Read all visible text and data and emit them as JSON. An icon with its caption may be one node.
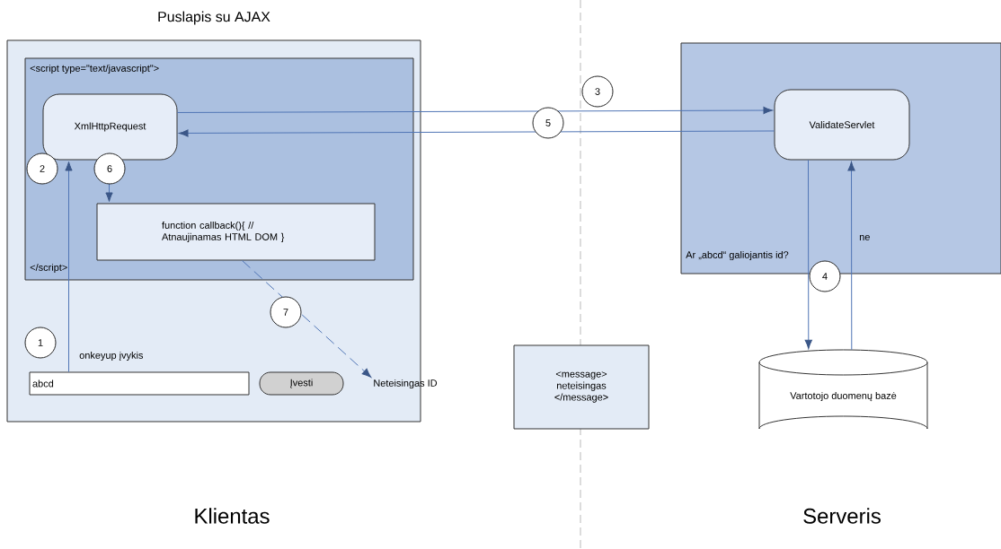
{
  "diagram": {
    "nodes": [
      {
        "text": [
          "Puslapis su AJAX"
        ]
      },
      {
        "text": [
          "<script type=\"text/javascript\">",
          "</script>"
        ],
        "in": 0
      },
      {
        "text": [
          "XmlHttpRequest"
        ],
        "in": 1
      },
      {
        "text": [
          "function callback(){ // Atnaujinamas HTML DOM }"
        ],
        "in": 1
      },
      {
        "text": [
          "abcd"
        ],
        "in": 0
      },
      {
        "text": [
          "Įvesti"
        ],
        "in": 0
      },
      {
        "text": [
          "Neteisingas ID"
        ],
        "in": 0
      },
      {
        "text": [],
        "shape": "box"
      },
      {
        "text": [
          "ValidateServlet"
        ],
        "in": 7
      },
      {
        "text": [
          "Vartotojo duomenų bazė"
        ]
      },
      {
        "text": [
          "<message> neteisingas </message>"
        ]
      }
    ],
    "edges": [
      {
        "from": 4,
        "to": 2,
        "arrow": "to",
        "label": "onkeyup įvykis"
      },
      {
        "from": 2,
        "to": 8,
        "arrow": "to"
      },
      {
        "from": 8,
        "to": 2,
        "arrow": "to"
      },
      {
        "from": 2,
        "to": 3,
        "arrow": "to"
      },
      {
        "from": 8,
        "to": 9,
        "arrow": "to",
        "label": "Ar „abcd“ galiojantis id?"
      },
      {
        "from": 9,
        "to": 8,
        "arrow": "to",
        "label": "ne"
      },
      {
        "from": 3,
        "to": 6,
        "arrow": "to",
        "style": "dashed"
      }
    ],
    "labels": [
      "3",
      "5",
      "2",
      "6",
      "4",
      "7",
      "1",
      "Klientas",
      "Serveris"
    ]
  }
}
